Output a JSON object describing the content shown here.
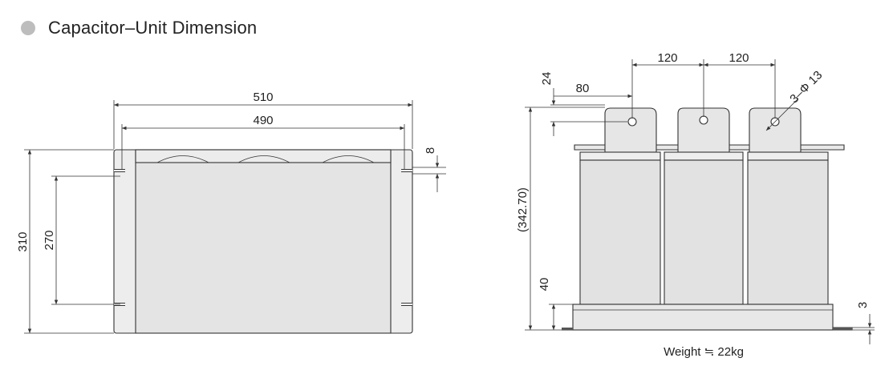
{
  "header": {
    "title": "Capacitor–Unit Dimension",
    "bullet_icon": "circle-bullet-icon"
  },
  "front_view": {
    "width_overall": "510",
    "width_inner": "490",
    "height_overall": "310",
    "height_mount": "270",
    "slot_width": "8"
  },
  "side_view": {
    "terminal_pitch_1": "120",
    "terminal_pitch_2": "120",
    "terminal_height": "24",
    "terminal_offset": "80",
    "hole_spec": "3–Φ 13",
    "height_overall": "(342.70)",
    "base_height": "40",
    "base_plate": "3"
  },
  "weight_label": "Weight ≒ 22kg",
  "colors": {
    "body_fill": "#e6e6e6",
    "line": "#333333",
    "bullet": "#bdbdbd"
  }
}
